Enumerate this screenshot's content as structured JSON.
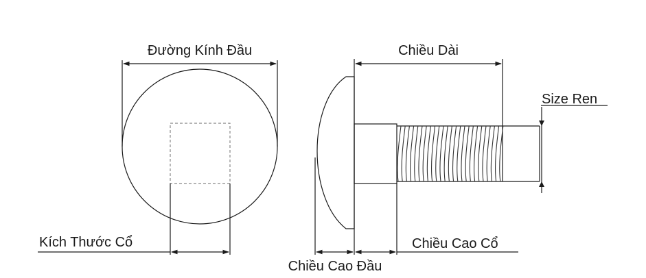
{
  "labels": {
    "head_diameter": "Đường Kính Đầu",
    "length": "Chiều Dài",
    "thread_size": "Size Ren",
    "neck_size": "Kích Thước Cổ",
    "neck_height": "Chiều Cao Cổ",
    "head_height": "Chiều Cao Đầu"
  },
  "colors": {
    "stroke": "#1a1a1a",
    "thread": "#333333",
    "dashed": "#888888",
    "background": "#ffffff"
  }
}
